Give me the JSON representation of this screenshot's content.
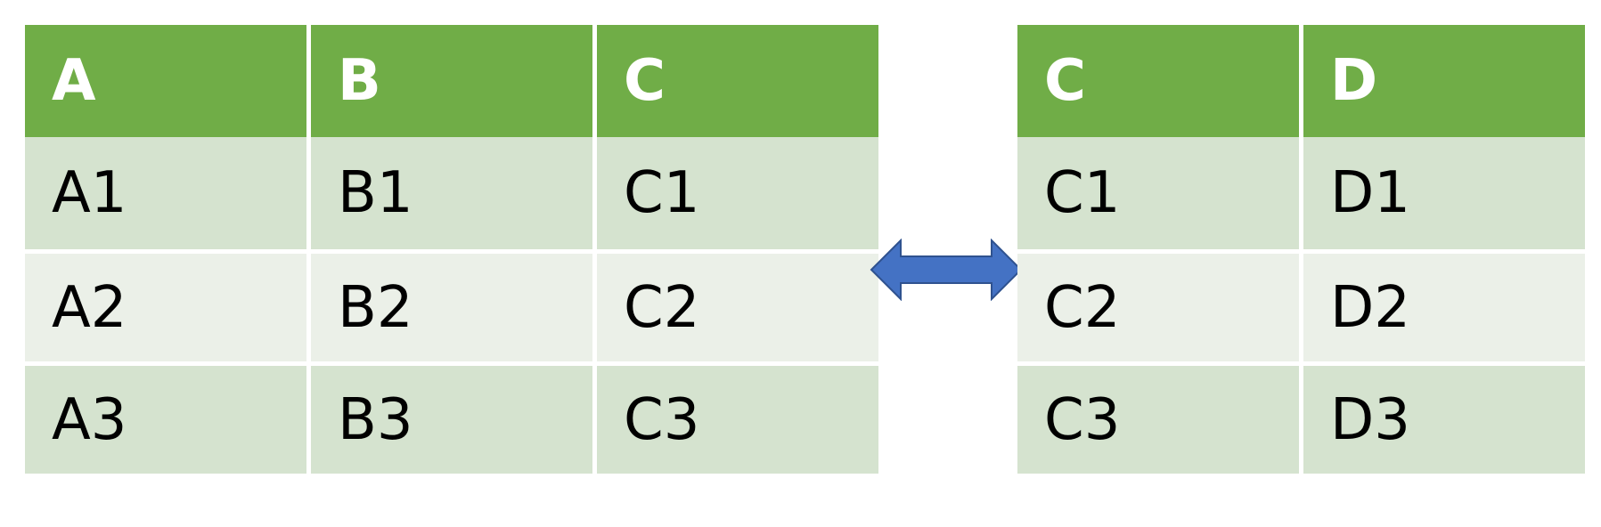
{
  "left_table": {
    "headers": [
      "A",
      "B",
      "C"
    ],
    "rows": [
      [
        "A1",
        "B1",
        "C1"
      ],
      [
        "A2",
        "B2",
        "C2"
      ],
      [
        "A3",
        "B3",
        "C3"
      ]
    ]
  },
  "right_table": {
    "headers": [
      "C",
      "D"
    ],
    "rows": [
      [
        "C1",
        "D1"
      ],
      [
        "C2",
        "D2"
      ],
      [
        "C3",
        "D3"
      ]
    ]
  },
  "colors": {
    "header": "#70ad47",
    "row_odd": "#d5e3cf",
    "row_even": "#ebf0e8",
    "arrow_fill": "#4472c4",
    "arrow_stroke": "#2f528f"
  },
  "icons": {
    "arrow": "double-headed-arrow-icon"
  }
}
